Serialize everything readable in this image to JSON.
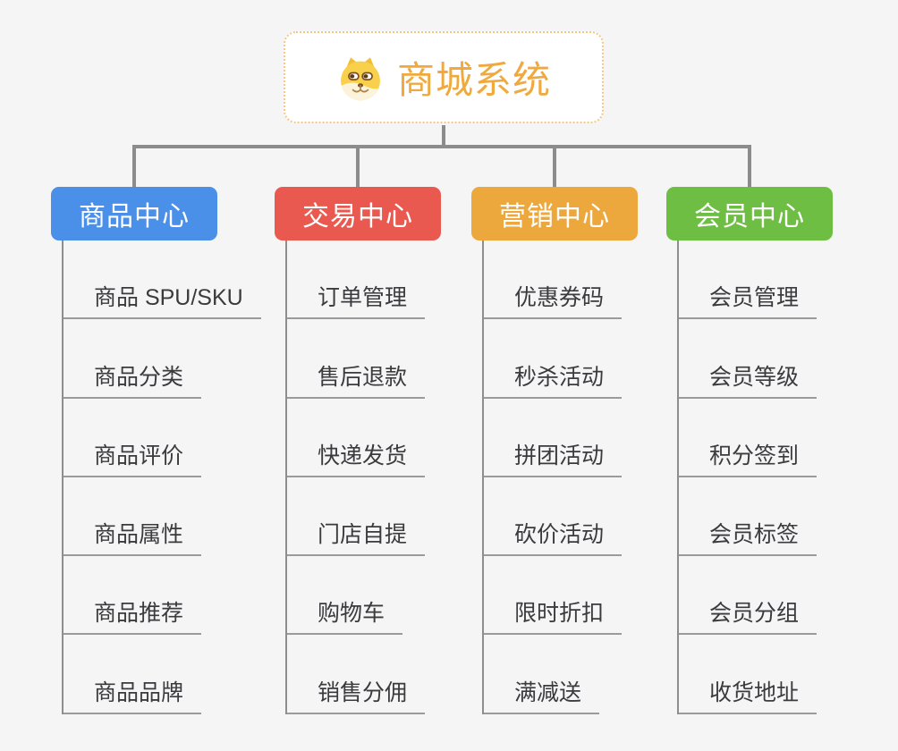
{
  "page": {
    "background_color": "#f5f5f6",
    "connector_color": "#8c8c8c",
    "underline_color": "#9b9b9b",
    "item_text_color": "#3b3b3e"
  },
  "root": {
    "title": "商城系统",
    "icon": "dog-face-icon",
    "text_color": "#efa93e",
    "border_color": "#f3c77e",
    "background_color": "#ffffff"
  },
  "branches": [
    {
      "label": "商品中心",
      "color": "#4a8fe8",
      "items": [
        "商品 SPU/SKU",
        "商品分类",
        "商品评价",
        "商品属性",
        "商品推荐",
        "商品品牌"
      ]
    },
    {
      "label": "交易中心",
      "color": "#e9594f",
      "items": [
        "订单管理",
        "售后退款",
        "快递发货",
        "门店自提",
        "购物车",
        "销售分佣"
      ]
    },
    {
      "label": "营销中心",
      "color": "#eca83c",
      "items": [
        "优惠券码",
        "秒杀活动",
        "拼团活动",
        "砍价活动",
        "限时折扣",
        "满减送"
      ]
    },
    {
      "label": "会员中心",
      "color": "#6fbe44",
      "items": [
        "会员管理",
        "会员等级",
        "积分签到",
        "会员标签",
        "会员分组",
        "收货地址"
      ]
    }
  ]
}
